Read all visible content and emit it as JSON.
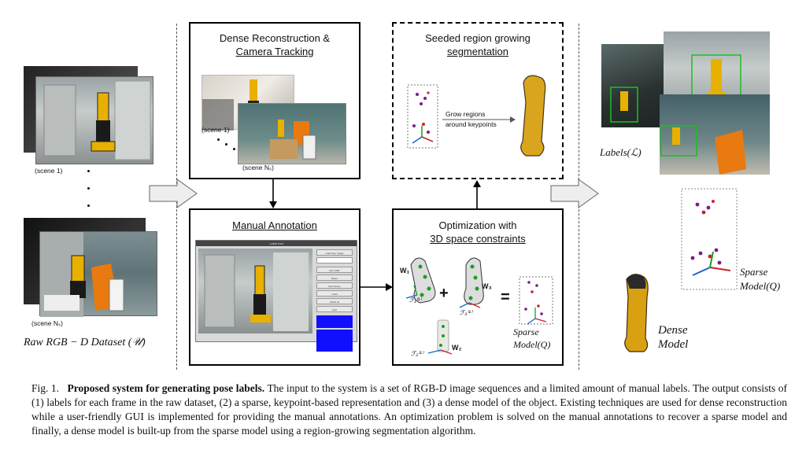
{
  "left": {
    "scene1_label": "(scene 1)",
    "sceneN_label": "(scene Nₛ)",
    "dataset_label": "Raw RGB − D Dataset (𝒰)"
  },
  "boxes": {
    "dense": {
      "title_line1": "Dense Reconstruction &",
      "title_line2": "Camera Tracking",
      "scene1": "(scene 1)",
      "sceneN": "(scene Nₛ)"
    },
    "manual": {
      "title": "Manual Annotation",
      "window_title": "Label tool",
      "gui_buttons": [
        "Load Seq. Image",
        "",
        "Run ViSP",
        "Reset",
        "Next Scene",
        "Undo",
        "Finish ok",
        "Quit"
      ]
    },
    "seeded": {
      "title_line1": "Seeded region growing",
      "title_line2": "segmentation",
      "arrow_label_line1": "Grow regions",
      "arrow_label_line2": "around keypoints"
    },
    "optim": {
      "title_line1": "Optimization with",
      "title_line2": "3D space constraints",
      "plus": "+",
      "equals": "=",
      "sparse_label_line1": "Sparse",
      "sparse_label_line2": "Model(Q)",
      "w1": "W₁",
      "w2": "W₂",
      "w3": "W₃",
      "f1": "ℱ₁⁽¹⁾",
      "f2": "ℱ₂⁽¹⁾",
      "f3": "ℱ₃⁽¹⁾"
    }
  },
  "right": {
    "labels": "Labels(ℒ)",
    "sparse_line1": "Sparse",
    "sparse_line2": "Model(Q)",
    "dense_line1": "Dense",
    "dense_line2": "Model"
  },
  "caption": {
    "prefix": "Fig. 1.",
    "bold": "Proposed system for generating pose labels.",
    "body": "The input to the system is a set of RGB-D image sequences and a limited amount of manual labels. The output consists of (1) labels for each frame in the raw dataset, (2) a sparse, keypoint-based representation and (3) a dense model of the object. Existing techniques are used for dense reconstruction while a user-friendly GUI is implemented for providing the manual annotations. An optimization problem is solved on the manual annotations to recover a sparse model and finally, a dense model is built-up from the sparse model using a region-growing segmentation algorithm."
  },
  "colors": {
    "drill_yellow": "#e8b000",
    "keypoint_purple": "#7a1a8a",
    "keypoint_red": "#d0202a",
    "frame_green": "#18a020",
    "frame_blue": "#2060d0",
    "gui_blue": "#1010ff"
  }
}
